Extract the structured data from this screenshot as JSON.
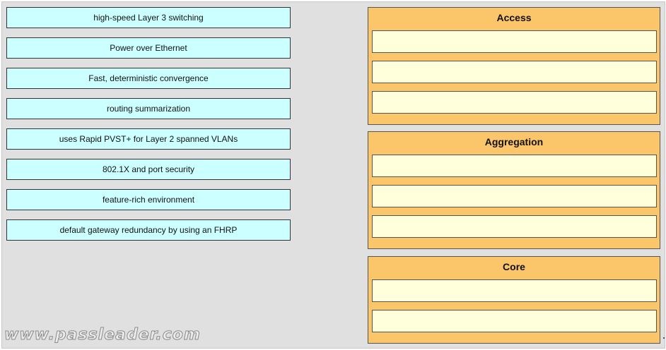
{
  "items": [
    "high-speed Layer 3 switching",
    "Power over Ethernet",
    "Fast, deterministic convergence",
    "routing summarization",
    "uses Rapid PVST+ for Layer 2 spanned VLANs",
    "802.1X and port security",
    "feature-rich environment",
    "default gateway redundancy by using an FHRP"
  ],
  "targets": {
    "access": {
      "title": "Access"
    },
    "aggregation": {
      "title": "Aggregation"
    },
    "core": {
      "title": "Core"
    }
  },
  "watermark": "www.passleader.com",
  "colors": {
    "item_fill": "#ccffff",
    "group_fill": "#fbc56a",
    "slot_fill": "#ffffdb",
    "background": "#e0e0e0"
  }
}
